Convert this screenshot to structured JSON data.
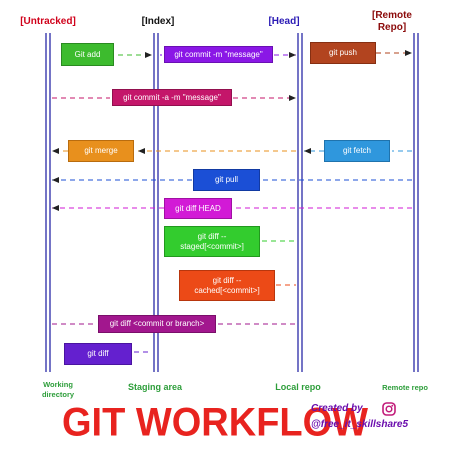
{
  "columns": {
    "untracked": {
      "label": "[Untracked]",
      "color": "#d0021b"
    },
    "index": {
      "label": "[Index]",
      "color": "#111111"
    },
    "head": {
      "label": "[Head]",
      "color": "#2b1bb5"
    },
    "remote": {
      "label": "[Remote Repo]",
      "color": "#8b0a0a"
    }
  },
  "footers": {
    "working": {
      "label": "Working directory",
      "color": "#2e9e3b"
    },
    "staging": {
      "label": "Staging area",
      "color": "#2e9e3b"
    },
    "local": {
      "label": "Local repo",
      "color": "#2e9e3b"
    },
    "remote": {
      "label": "Remote repo",
      "color": "#2e9e3b"
    }
  },
  "commands": {
    "git_add": {
      "label": "Git add",
      "color": "#3dbb2e"
    },
    "git_commit_m": {
      "label": "git commit -m \"message\"",
      "color": "#8a17e6"
    },
    "git_push": {
      "label": "git push",
      "color": "#b2441f"
    },
    "git_commit_a": {
      "label": "git commit -a -m \"message\"",
      "color": "#c4166a"
    },
    "git_merge": {
      "label": "git merge",
      "color": "#e8901d"
    },
    "git_fetch": {
      "label": "git fetch",
      "color": "#2f97dd"
    },
    "git_pull": {
      "label": "git pull",
      "color": "#1b4fd6"
    },
    "git_diff_head": {
      "label": "git diff HEAD",
      "color": "#d21ad6"
    },
    "git_diff_staged": {
      "label": "git diff --staged[<commit>]",
      "color": "#33cc2e"
    },
    "git_diff_cached": {
      "label": "git diff --cached[<commit>]",
      "color": "#ec4a17"
    },
    "git_diff_commit": {
      "label": "git diff <commit or branch>",
      "color": "#a2178e"
    },
    "git_diff": {
      "label": "git diff",
      "color": "#6420cf"
    }
  },
  "title": {
    "text": "GIT WORKFLOW",
    "color": "#e8231f"
  },
  "credit": {
    "line1": "Created by",
    "line2": "@free_it_skillshare5",
    "color": "#6a0dad"
  },
  "icons": {
    "instagram": "instagram-icon"
  }
}
